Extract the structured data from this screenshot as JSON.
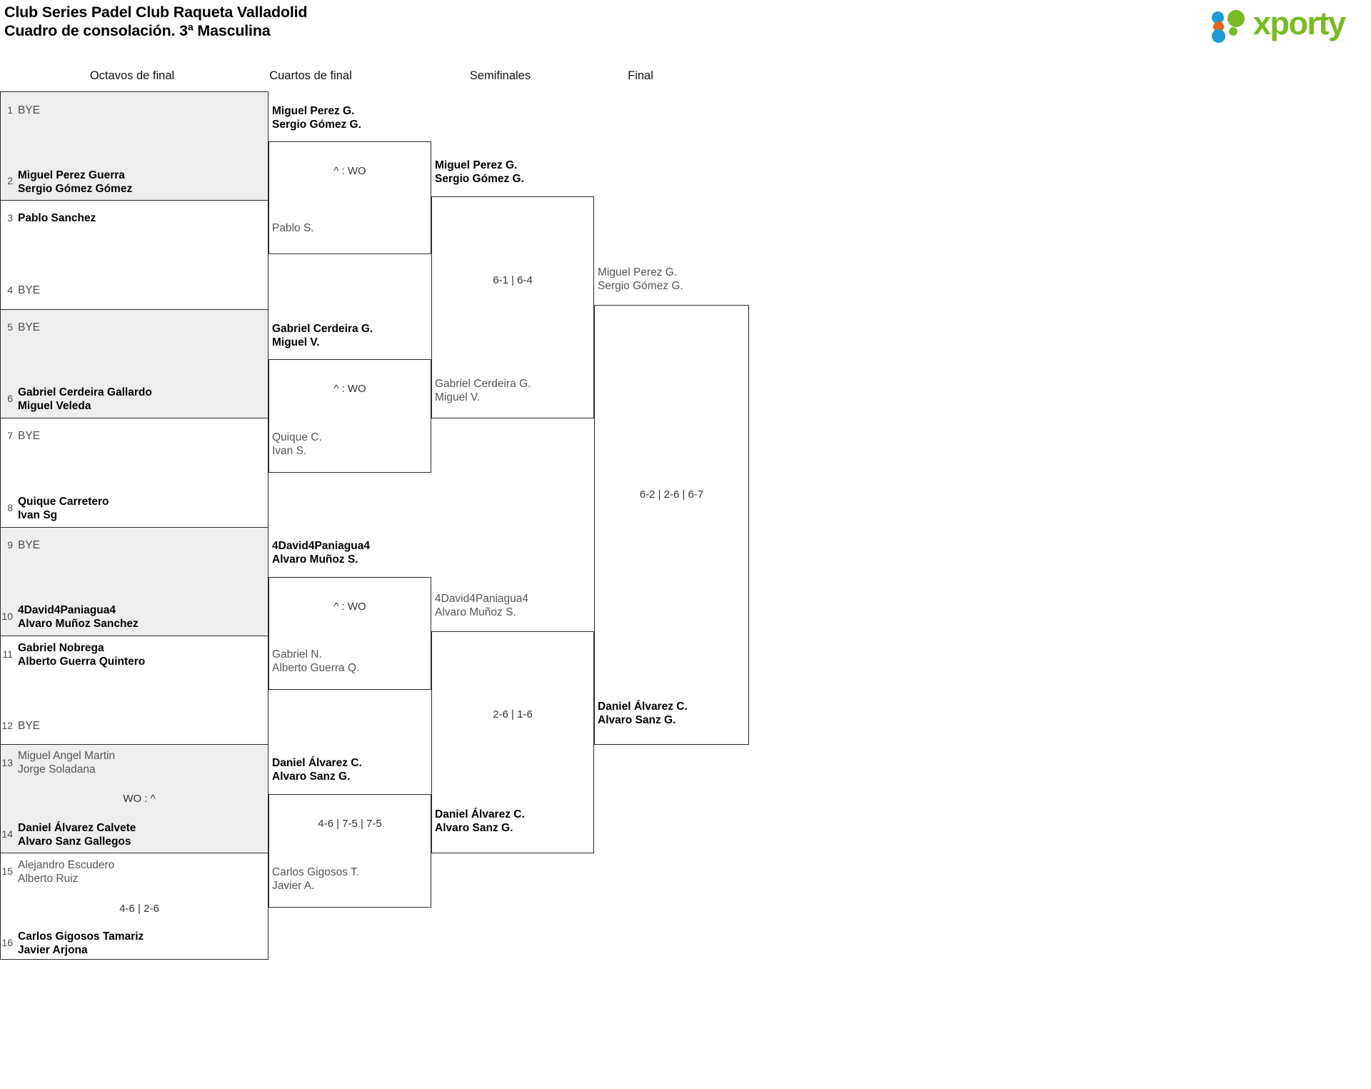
{
  "header": {
    "title_line1": "Club Series Padel Club Raqueta Valladolid",
    "title_line2": "Cuadro de consolación. 3ª Masculina",
    "logo_text": "xporty",
    "logo_colors": {
      "blue": "#1b9bd8",
      "orange": "#e8631a",
      "green": "#76bc21"
    }
  },
  "rounds": [
    {
      "label": "Octavos de final"
    },
    {
      "label": "Cuartos de final"
    },
    {
      "label": "Semifinales"
    },
    {
      "label": "Final"
    }
  ],
  "bracket": {
    "r16": [
      {
        "seed": "1",
        "line1": "BYE",
        "line2": "",
        "status": "bye"
      },
      {
        "seed": "2",
        "line1": "Miguel Perez Guerra",
        "line2": "Sergio Gómez Gómez",
        "status": "win"
      },
      {
        "seed": "3",
        "line1": "Pablo Sanchez",
        "line2": "",
        "status": "win"
      },
      {
        "seed": "4",
        "line1": "BYE",
        "line2": "",
        "status": "bye"
      },
      {
        "seed": "5",
        "line1": "BYE",
        "line2": "",
        "status": "bye"
      },
      {
        "seed": "6",
        "line1": "Gabriel Cerdeira Gallardo",
        "line2": "Miguel Veleda",
        "status": "win"
      },
      {
        "seed": "7",
        "line1": "BYE",
        "line2": "",
        "status": "bye"
      },
      {
        "seed": "8",
        "line1": "Quique Carretero",
        "line2": "Ivan Sg",
        "status": "win"
      },
      {
        "seed": "9",
        "line1": "BYE",
        "line2": "",
        "status": "bye"
      },
      {
        "seed": "10",
        "line1": "4David4Paniagua4",
        "line2": "Alvaro Muñoz Sanchez",
        "status": "win"
      },
      {
        "seed": "11",
        "line1": "Gabriel Nobrega",
        "line2": "Alberto Guerra Quintero",
        "status": "win"
      },
      {
        "seed": "12",
        "line1": "BYE",
        "line2": "",
        "status": "bye"
      },
      {
        "seed": "13",
        "line1": "Miguel Angel Martin",
        "line2": "Jorge Soladana",
        "status": "lose"
      },
      {
        "seed": "14",
        "line1": "Daniel Álvarez Calvete",
        "line2": "Alvaro Sanz Gallegos",
        "status": "win"
      },
      {
        "seed": "15",
        "line1": "Alejandro Escudero",
        "line2": "Alberto Ruiz",
        "status": "lose"
      },
      {
        "seed": "16",
        "line1": "Carlos Gigosos Tamariz",
        "line2": "Javier Arjona",
        "status": "win"
      }
    ],
    "r16_scores": [
      {
        "text": ""
      },
      {
        "text": ""
      },
      {
        "text": ""
      },
      {
        "text": ""
      },
      {
        "text": ""
      },
      {
        "text": ""
      },
      {
        "text": "WO : ^"
      },
      {
        "text": "4-6 | 2-6"
      }
    ],
    "quarters": [
      {
        "line1": "Miguel Perez G.",
        "line2": "Sergio Gómez G.",
        "status": "win"
      },
      {
        "line1": "Pablo S.",
        "line2": "",
        "status": "lose"
      },
      {
        "line1": "Gabriel Cerdeira G.",
        "line2": "Miguel V.",
        "status": "win"
      },
      {
        "line1": "Quique C.",
        "line2": "Ivan S.",
        "status": "lose"
      },
      {
        "line1": "4David4Paniagua4",
        "line2": "Alvaro Muñoz S.",
        "status": "win"
      },
      {
        "line1": "Gabriel N.",
        "line2": "Alberto Guerra Q.",
        "status": "lose"
      },
      {
        "line1": "Daniel Álvarez C.",
        "line2": "Alvaro Sanz G.",
        "status": "win"
      },
      {
        "line1": "Carlos Gigosos T.",
        "line2": "Javier A.",
        "status": "lose"
      }
    ],
    "quarter_scores": [
      {
        "text": "^ : WO"
      },
      {
        "text": "^ : WO"
      },
      {
        "text": "^ : WO"
      },
      {
        "text": "4-6 | 7-5 | 7-5"
      }
    ],
    "semis": [
      {
        "line1": "Miguel Perez G.",
        "line2": "Sergio Gómez G.",
        "status": "win"
      },
      {
        "line1": "Gabriel Cerdeira G.",
        "line2": "Miguel V.",
        "status": "lose"
      },
      {
        "line1": "4David4Paniagua4",
        "line2": "Alvaro Muñoz S.",
        "status": "lose"
      },
      {
        "line1": "Daniel Álvarez C.",
        "line2": "Alvaro Sanz G.",
        "status": "win"
      }
    ],
    "semi_scores": [
      {
        "text": "6-1 | 6-4"
      },
      {
        "text": "2-6 | 1-6"
      }
    ],
    "final": [
      {
        "line1": "Miguel Perez G.",
        "line2": "Sergio Gómez G.",
        "status": "lose"
      },
      {
        "line1": "Daniel Álvarez C.",
        "line2": "Alvaro Sanz G.",
        "status": "win"
      }
    ],
    "final_score": {
      "text": "6-2 | 2-6 | 6-7"
    }
  }
}
